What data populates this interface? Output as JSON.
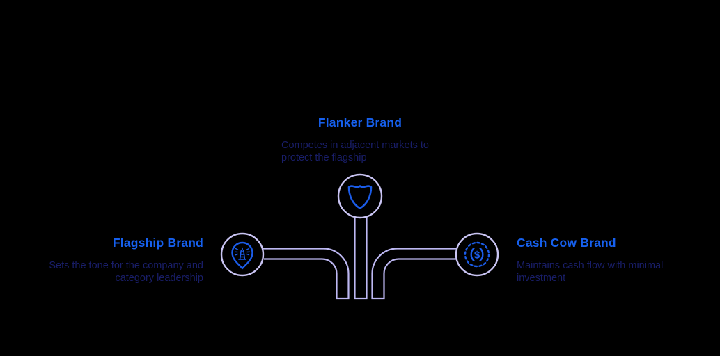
{
  "diagram": {
    "type": "brand-architecture-infographic",
    "background_color": "#000000",
    "colors": {
      "title_blue": "#1660ee",
      "description_navy": "#191e69",
      "connector_lavender": "#bdb8f2",
      "circle_lavender": "#c9c4f3",
      "icon_blue": "#1b5ce8"
    },
    "nodes": [
      {
        "id": "flanker",
        "title": "Flanker Brand",
        "description": "Competes in adjacent markets to protect the flagship",
        "icon": "shield-icon",
        "position": "top-center"
      },
      {
        "id": "flagship",
        "title": "Flagship Brand",
        "description": "Sets the tone for the company and category leadership",
        "icon": "lighthouse-pin-icon",
        "position": "left"
      },
      {
        "id": "cash-cow",
        "title": "Cash Cow Brand",
        "description": "Maintains cash flow with minimal investment",
        "icon": "dollar-coin-icon",
        "position": "right"
      }
    ],
    "icons": {
      "dollar_glyph": "$"
    }
  }
}
